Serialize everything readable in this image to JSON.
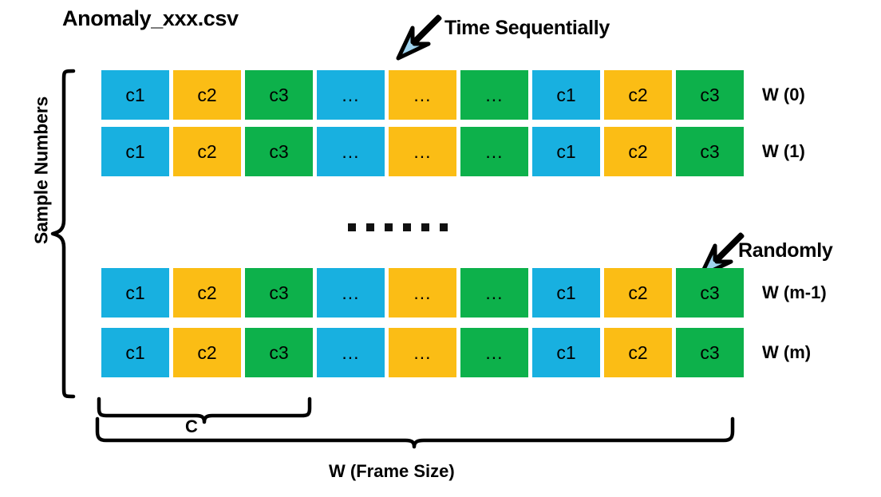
{
  "title": "Anomaly_xxx.csv",
  "annotations": {
    "time": {
      "label": "Time Sequentially",
      "icon": "arrow-down-left-icon"
    },
    "random": {
      "label": "Randomly",
      "icon": "arrow-down-left-icon"
    }
  },
  "side_label": "Sample Numbers",
  "colors": {
    "blue": "#18b0e0",
    "amber": "#fbbd15",
    "green": "#0db14b",
    "arrow_fill": "#9fd3ee",
    "stroke": "#000000"
  },
  "cells": {
    "pattern": [
      "c1",
      "c2",
      "c3",
      "...",
      "...",
      "...",
      "c1",
      "c2",
      "c3"
    ],
    "color_pattern": [
      "blue",
      "amber",
      "green",
      "blue",
      "amber",
      "green",
      "blue",
      "amber",
      "green"
    ]
  },
  "rows": [
    {
      "label": "W (0)",
      "values": [
        "c1",
        "c2",
        "c3",
        "...",
        "...",
        "...",
        "c1",
        "c2",
        "c3"
      ]
    },
    {
      "label": "W (1)",
      "values": [
        "c1",
        "c2",
        "c3",
        "...",
        "...",
        "...",
        "c1",
        "c2",
        "c3"
      ]
    },
    {
      "label": "W (m-1)",
      "values": [
        "c1",
        "c2",
        "c3",
        "...",
        "...",
        "...",
        "c1",
        "c2",
        "c3"
      ]
    },
    {
      "label": "W (m)",
      "values": [
        "c1",
        "c2",
        "c3",
        "...",
        "...",
        "...",
        "c1",
        "c2",
        "c3"
      ]
    }
  ],
  "vertical_ellipsis_dots": 6,
  "braces": {
    "channel": {
      "label": "C",
      "spans_cells": 3
    },
    "frame": {
      "label": "W (Frame Size)",
      "spans_cells": 9
    }
  }
}
